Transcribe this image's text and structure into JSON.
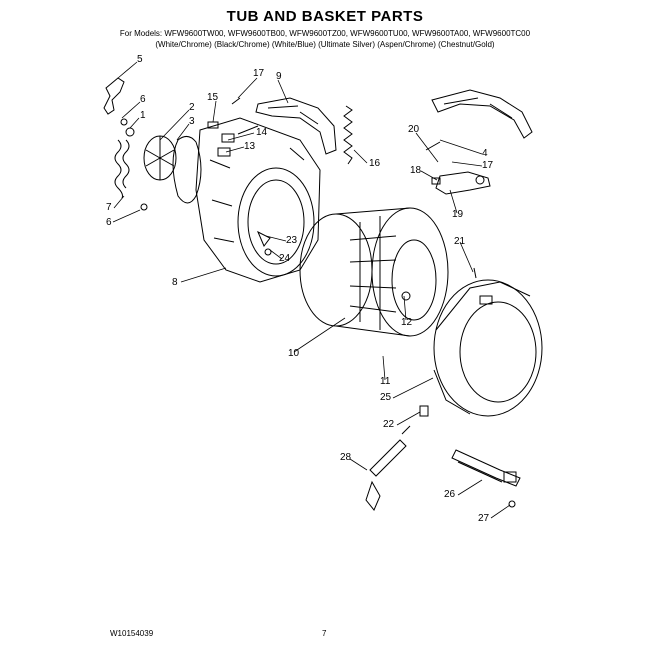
{
  "header": {
    "title": "TUB AND BASKET PARTS",
    "models_line": "For Models: WFW9600TW00, WFW9600TB00, WFW9600TZ00, WFW9600TU00, WFW9600TA00, WFW9600TC00",
    "colors_line": "(White/Chrome)  (Black/Chrome)    (White/Blue)    (Ultimate Silver)  (Aspen/Chrome)  (Chestnut/Gold)"
  },
  "callouts": [
    "5",
    "6",
    "1",
    "2",
    "3",
    "7",
    "6",
    "8",
    "15",
    "17",
    "9",
    "14",
    "13",
    "16",
    "23",
    "24",
    "10",
    "20",
    "4",
    "17",
    "18",
    "19",
    "21",
    "12",
    "11",
    "25",
    "22",
    "28",
    "26",
    "27"
  ],
  "footer": {
    "doc_number": "W10154039",
    "page_number": "7"
  }
}
